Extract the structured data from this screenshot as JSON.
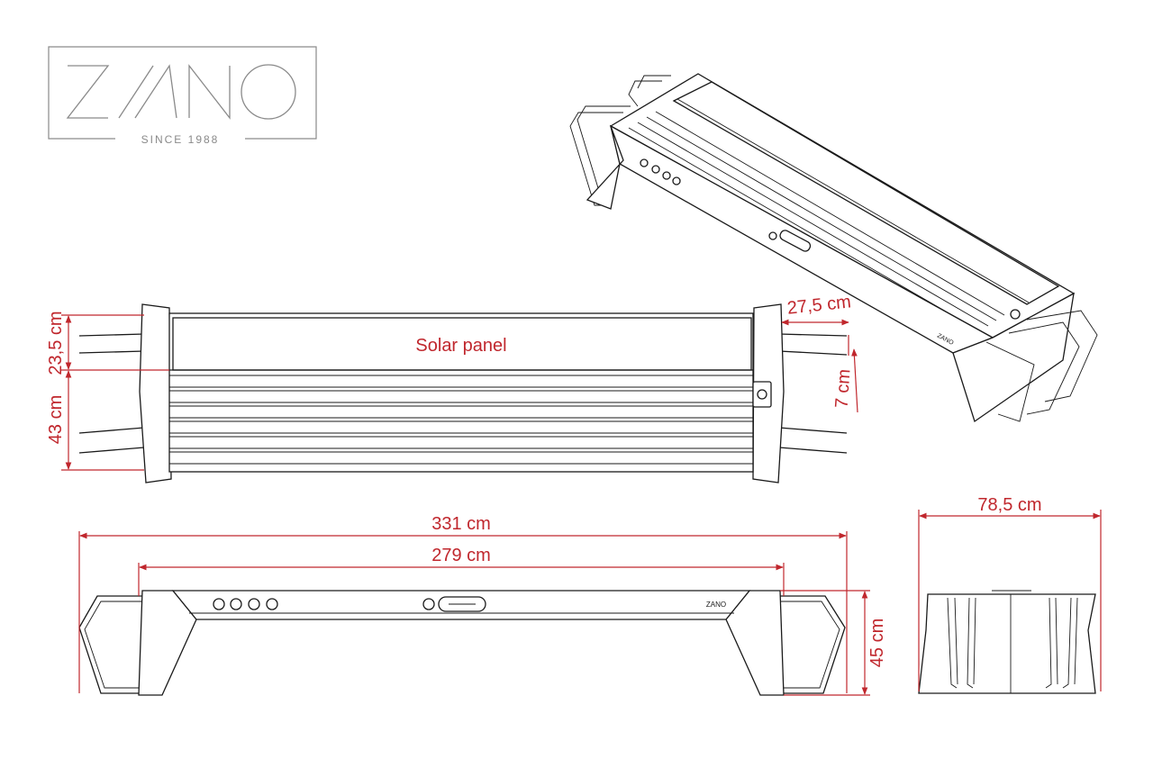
{
  "logo": {
    "brand": "ZANO",
    "tagline": "SINCE 1988",
    "color": "#8a8a8a"
  },
  "labels": {
    "solar_panel": "Solar panel",
    "end_width": "27,5 cm",
    "slat_gap": "7 cm",
    "panel_depth": "23,5 cm",
    "seat_depth": "43 cm",
    "total_length": "331 cm",
    "seat_length": "279 cm",
    "height": "45 cm",
    "total_width": "78,5 cm",
    "bench_brand": "ZANO"
  },
  "colors": {
    "dimension": "#c0272d",
    "line": "#1a1a1a"
  }
}
